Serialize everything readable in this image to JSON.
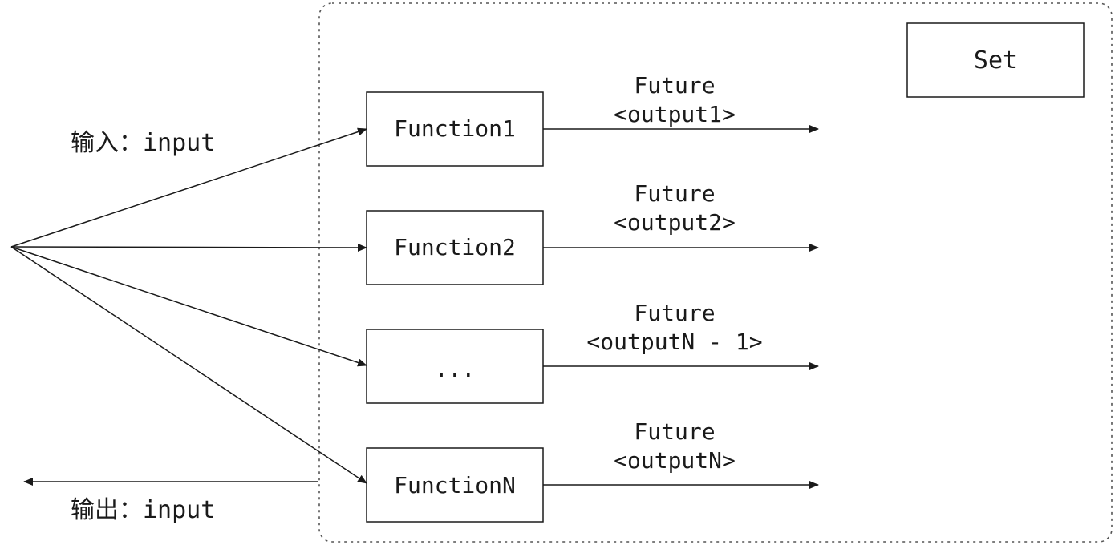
{
  "set_label": "Set",
  "input_label": {
    "prefix": "输入：",
    "value": "input"
  },
  "output_label": {
    "prefix": "输出：",
    "value": "input"
  },
  "functions": [
    {
      "name": "Function1",
      "future": "Future",
      "output": "<output1>"
    },
    {
      "name": "Function2",
      "future": "Future",
      "output": "<output2>"
    },
    {
      "name": "...",
      "future": "Future",
      "output": "<outputN - 1>"
    },
    {
      "name": "FunctionN",
      "future": "Future",
      "output": "<outputN>"
    }
  ]
}
